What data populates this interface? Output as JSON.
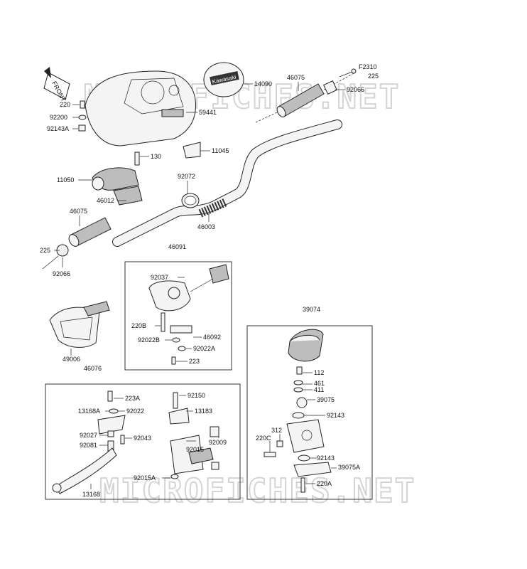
{
  "watermark": {
    "text_top": "MICROFICHES.NET",
    "text_bottom": "MICROFICHES.NET"
  },
  "front_badge": {
    "text": "FRONT"
  },
  "emblem": {
    "text": "Kawasaki"
  },
  "figure_code": "F2310",
  "box_labels": {
    "switch_box": "46091",
    "lever_box": "46076",
    "brake_box": "39074"
  },
  "labels": {
    "l220": "220",
    "l92200": "92200",
    "l92143A": "92143A",
    "l59441": "59441",
    "l14090": "14090",
    "l46075_top": "46075",
    "l225_top": "225",
    "l92066_top": "92066",
    "l130": "130",
    "l11045": "11045",
    "l11050": "11050",
    "l92072": "92072",
    "l46012": "46012",
    "l46075_left": "46075",
    "l46003": "46003",
    "l225_left": "225",
    "l92066_left": "92066",
    "l92037": "92037",
    "l220B": "220B",
    "l46092": "46092",
    "l92022B": "92022B",
    "l92022A": "92022A",
    "l223": "223",
    "l49006": "49006",
    "l223A": "223A",
    "l13168A": "13168A",
    "l92022": "92022",
    "l92027": "92027",
    "l92043": "92043",
    "l92081": "92081",
    "l13168": "13168",
    "l92150": "92150",
    "l13183": "13183",
    "l92009": "92009",
    "l92015": "92015",
    "l92015A": "92015A",
    "l112": "112",
    "l461": "461",
    "l411": "411",
    "l39075": "39075",
    "l92143": "92143",
    "l312": "312",
    "l220C": "220C",
    "l92143b": "92143",
    "l39075A": "39075A",
    "l220A": "220A"
  }
}
